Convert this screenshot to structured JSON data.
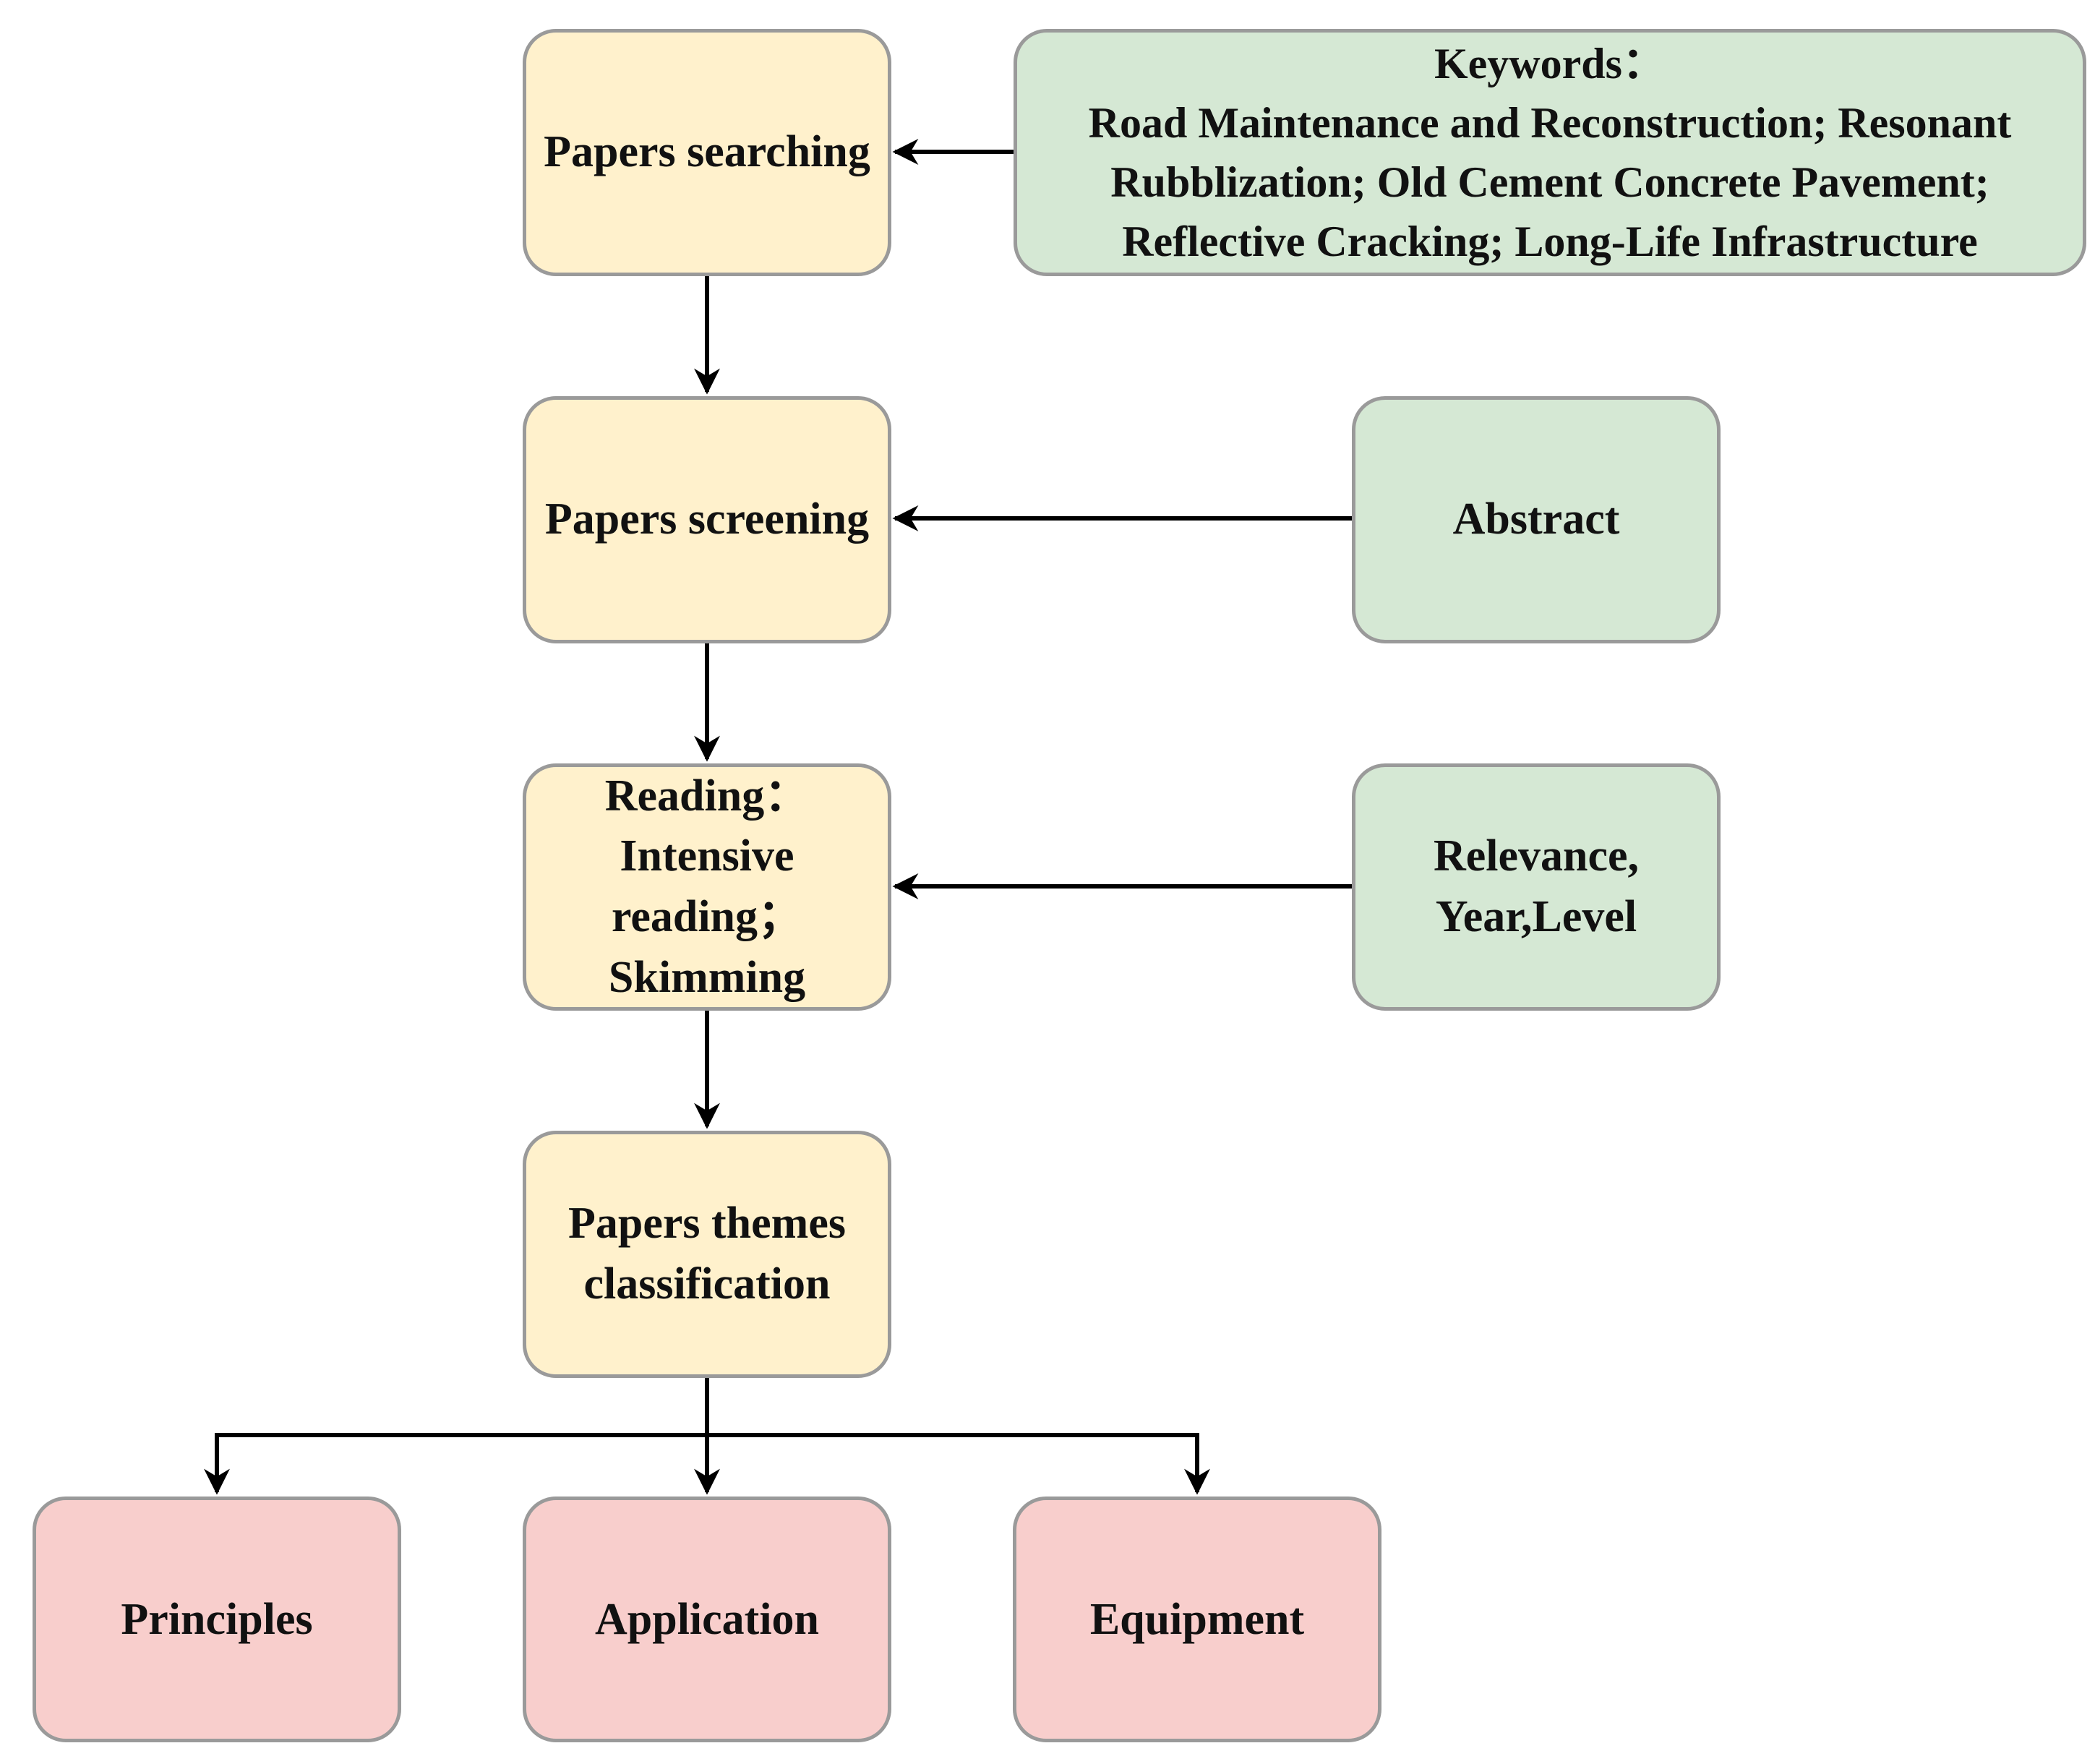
{
  "colors": {
    "process_fill": "#fff1cc",
    "input_fill": "#d5e8d4",
    "theme_fill": "#f8cecc",
    "border": "#9a9a9a",
    "arrow": "#000000"
  },
  "steps": [
    {
      "lines": [
        "Papers searching"
      ]
    },
    {
      "lines": [
        "Papers screening"
      ]
    },
    {
      "lines": [
        "Reading：",
        "Intensive",
        "reading；",
        "Skimming"
      ]
    },
    {
      "lines": [
        "Papers themes",
        "classification"
      ]
    }
  ],
  "inputs": {
    "keywords": {
      "lines": [
        "Keywords：",
        "Road Maintenance and Reconstruction; Resonant",
        "Rubblization; Old Cement Concrete Pavement;",
        "Reflective Cracking; Long-Life Infrastructure"
      ]
    },
    "abstract": {
      "lines": [
        "Abstract"
      ]
    },
    "criteria": {
      "lines": [
        "Relevance,",
        "Year,Level"
      ]
    }
  },
  "themes": [
    {
      "label": "Principles"
    },
    {
      "label": "Application"
    },
    {
      "label": "Equipment"
    }
  ]
}
